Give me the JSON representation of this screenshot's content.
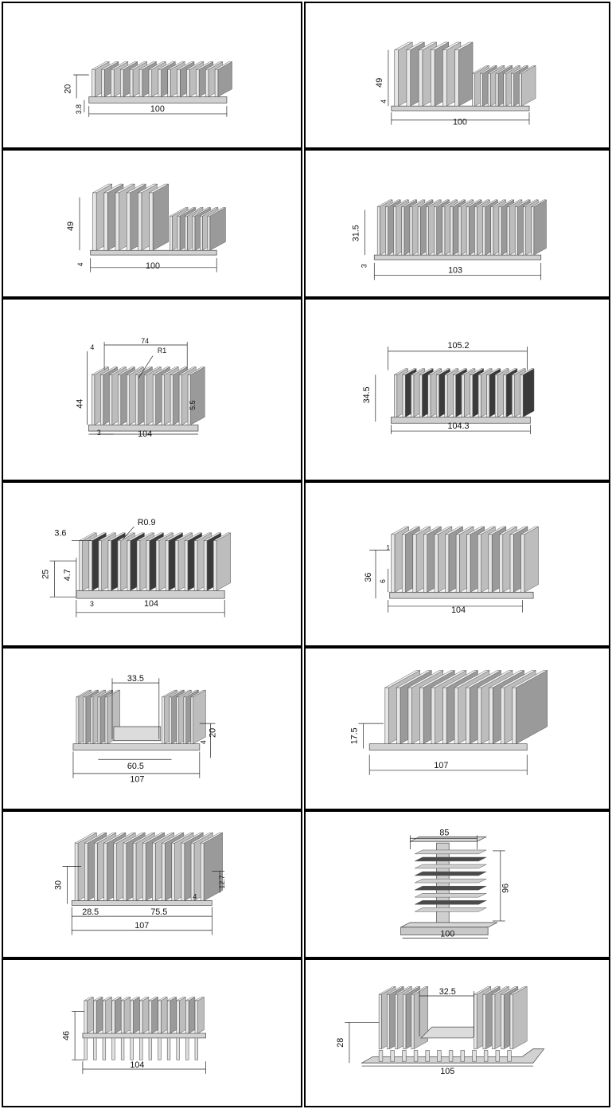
{
  "cells": [
    {
      "id": "c1",
      "labels": [
        "20",
        "3.8",
        "100"
      ]
    },
    {
      "id": "c2",
      "labels": [
        "49",
        "4",
        "100"
      ]
    },
    {
      "id": "c3",
      "labels": [
        "49",
        "4",
        "100"
      ]
    },
    {
      "id": "c4",
      "labels": [
        "31.5",
        "3",
        "103"
      ]
    },
    {
      "id": "c5",
      "labels": [
        "4",
        "74",
        "R1",
        "44",
        "5.5",
        "3",
        "104"
      ]
    },
    {
      "id": "c6",
      "labels": [
        "105.2",
        "34.5",
        "104.3"
      ]
    },
    {
      "id": "c7",
      "labels": [
        "3.6",
        "R0.9",
        "25",
        "4.7",
        "3",
        "104"
      ]
    },
    {
      "id": "c8",
      "labels": [
        "1",
        "36",
        "6",
        "104"
      ]
    },
    {
      "id": "c9",
      "labels": [
        "33.5",
        "4",
        "20",
        "60.5",
        "107"
      ]
    },
    {
      "id": "c10",
      "labels": [
        "17.5",
        "107"
      ]
    },
    {
      "id": "c11",
      "labels": [
        "30",
        "12.7",
        "4",
        "28.5",
        "75.5",
        "107"
      ]
    },
    {
      "id": "c12",
      "labels": [
        "85",
        "96",
        "100"
      ]
    },
    {
      "id": "c13",
      "labels": [
        "46",
        "104"
      ]
    },
    {
      "id": "c14",
      "labels": [
        "32.5",
        "28",
        "105"
      ]
    }
  ]
}
